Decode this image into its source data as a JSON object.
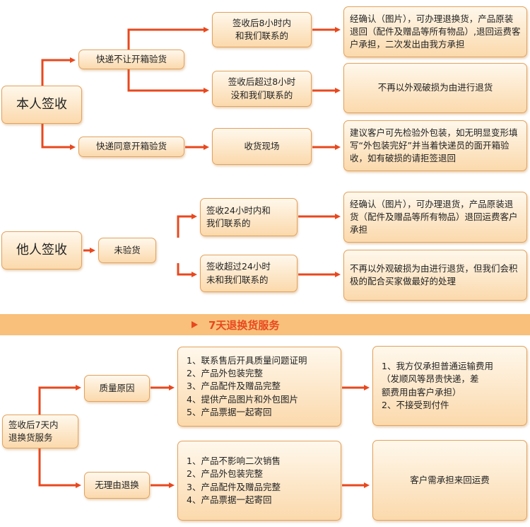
{
  "section1": {
    "root": "本人签收",
    "branch_a": {
      "label": "快递不让开箱验货",
      "case1": {
        "condition": "签收后8小时内\n和我们联系的",
        "result": "经确认（图片），可办理退换货，产品原装退回（配件及赠品等所有物品）,退回运费客户承担，二次发出由我方承担"
      },
      "case2": {
        "condition": "签收后超过8小时\n没和我们联系的",
        "result": "不再以外观破损为由进行退货"
      }
    },
    "branch_b": {
      "label": "快递同意开箱验货",
      "step": "收货现场",
      "result": "建议客户可先检验外包装，如无明显变形填写“外包装完好”并当着快递员的面开箱验收，如有破损的请拒签退回"
    }
  },
  "section2": {
    "root": "他人签收",
    "branch": "未验货",
    "case1": {
      "condition": "签收24小时内和\n我们联系的",
      "result": "经确认（图片），可办理退货，产品原装退货（配件及赠品等所有物品）退回运费客户承担"
    },
    "case2": {
      "condition": "签收超过24小时\n未和我们联系的",
      "result": "不再以外观破损为由进行退货，但我们会积极的配合买家做最好的处理"
    }
  },
  "banner": {
    "title": "7天退换货服务"
  },
  "section3": {
    "root": "签收后7天内\n退换货服务",
    "quality": {
      "label": "质量原因",
      "conditions": "1、联系售后开具质量问题证明\n2、产品外包装完整\n3、产品配件及赠品完整\n4、提供产品图片和外包图片\n5、产品票据一起寄回",
      "result": "1、我方仅承担普通运输费用\n（发顺风等昂贵快递，差\n额费用由客户承担）\n2、不接受到付件"
    },
    "no_reason": {
      "label": "无理由退换",
      "conditions": "1、产品不影响二次销售\n2、产品外包装完整\n3、产品配件及赠品完整\n4、产品票据一起寄回",
      "result": "客户需承担来回运费"
    }
  },
  "colors": {
    "arrow": "#e8481e",
    "box_border": "#e3a25e",
    "banner": "#f8c07a",
    "box_fill_top": "#fff8ec",
    "box_fill_bottom": "#fbd9ac"
  }
}
